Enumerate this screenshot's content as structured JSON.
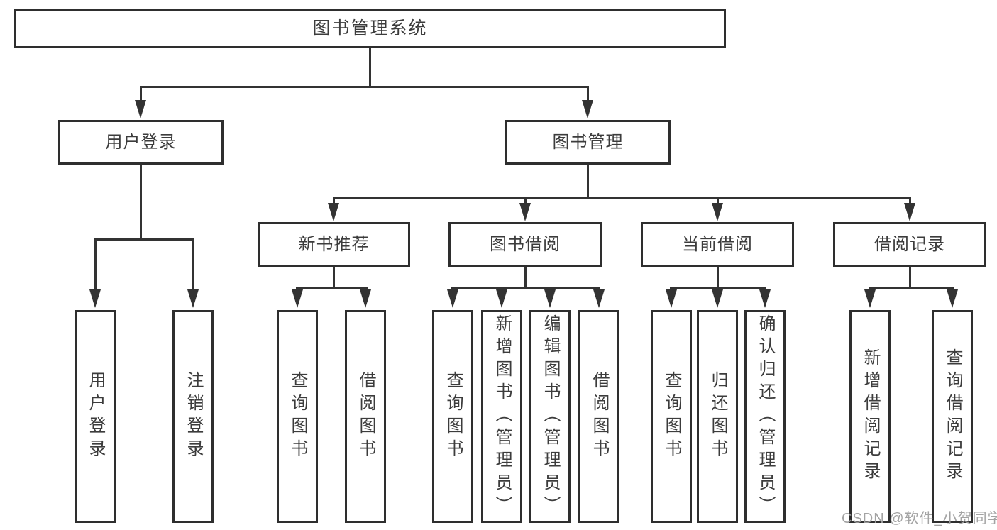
{
  "colors": {
    "line": "#333333",
    "box_border": "#2e2e2e",
    "text": "#3c3c3c",
    "watermark": "#9e9e9e",
    "background": "#ffffff"
  },
  "watermark": "CSDN @软件_小贺同学",
  "diagram": {
    "type": "hierarchy-tree",
    "root": {
      "label": "图书管理系统"
    },
    "branches": [
      {
        "label": "用户登录",
        "children": [
          {
            "label": "用户登录"
          },
          {
            "label": "注销登录"
          }
        ]
      },
      {
        "label": "图书管理",
        "children": [
          {
            "label": "新书推荐",
            "children": [
              {
                "label": "查询图书"
              },
              {
                "label": "借阅图书"
              }
            ]
          },
          {
            "label": "图书借阅",
            "children": [
              {
                "label": "查询图书"
              },
              {
                "label": "新增图书（管理员）"
              },
              {
                "label": "编辑图书（管理员）"
              },
              {
                "label": "借阅图书"
              }
            ]
          },
          {
            "label": "当前借阅",
            "children": [
              {
                "label": "查询图书"
              },
              {
                "label": "归还图书"
              },
              {
                "label": "确认归还（管理员）"
              }
            ]
          },
          {
            "label": "借阅记录",
            "children": [
              {
                "label": "新增借阅记录"
              },
              {
                "label": "查询借阅记录"
              }
            ]
          }
        ]
      }
    ]
  }
}
